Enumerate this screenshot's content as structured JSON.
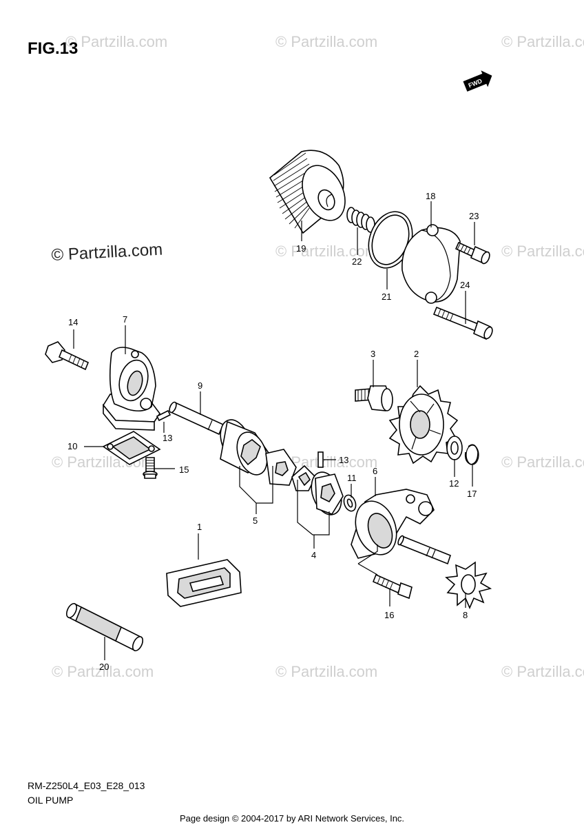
{
  "figure": {
    "title": "FIG.13",
    "fwd_label": "FWD",
    "model_code": "RM-Z250L4_E03_E28_013",
    "section_name": "OIL PUMP",
    "credit": "Page design © 2004-2017 by ARI Network Services, Inc."
  },
  "watermark": {
    "text": "© Partzilla.com",
    "main_text": "© Partzilla.com"
  },
  "parts": {
    "p1": "1",
    "p2": "2",
    "p3": "3",
    "p4": "4",
    "p5": "5",
    "p6": "6",
    "p7": "7",
    "p8": "8",
    "p9": "9",
    "p10": "10",
    "p11": "11",
    "p12": "12",
    "p13a": "13",
    "p13b": "13",
    "p14": "14",
    "p15": "15",
    "p16": "16",
    "p17": "17",
    "p18": "18",
    "p19": "19",
    "p20": "20",
    "p21": "21",
    "p22": "22",
    "p23": "23",
    "p24": "24"
  }
}
